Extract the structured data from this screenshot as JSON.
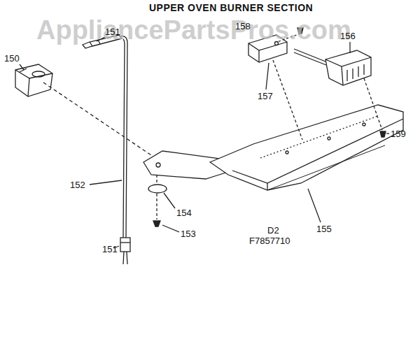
{
  "diagram": {
    "title": "UPPER OVEN BURNER SECTION",
    "labels": [
      "AppliancePartsPros.com",
      "150",
      "151",
      "158",
      "156",
      "157",
      "159",
      "152",
      "154",
      "155",
      "D2",
      "F7857710",
      "153",
      "151"
    ]
  }
}
